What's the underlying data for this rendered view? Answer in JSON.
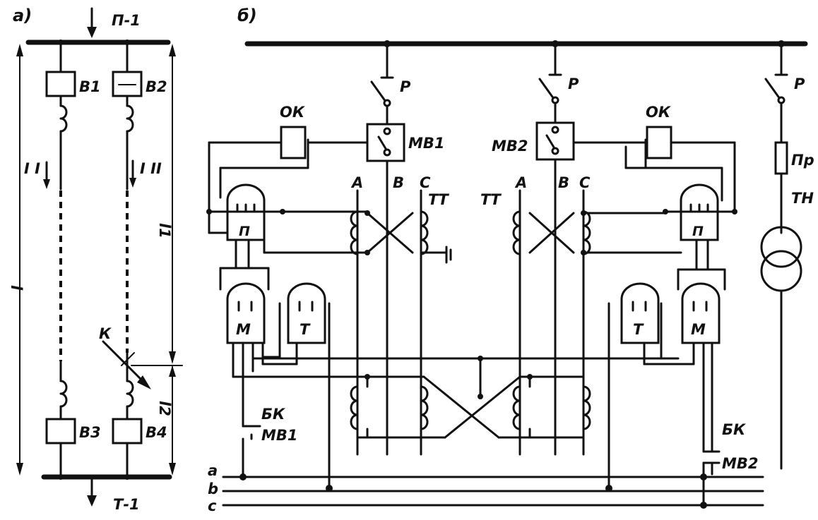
{
  "panel_a": {
    "tag": "а)",
    "top_bus_label": "П-1",
    "bottom_bus_label": "Т-1",
    "breakers": [
      "В1",
      "В2",
      "В3",
      "В4"
    ],
    "currents": [
      "I I",
      "I II"
    ],
    "fault_label": "К",
    "lengths": [
      "l",
      "l1",
      "l2"
    ]
  },
  "panel_b": {
    "tag": "б)",
    "disconnector_label": "Р",
    "breaker_left": "МВ1",
    "breaker_right": "МВ2",
    "trip_coil_label": "ОК",
    "phases": [
      "A",
      "B",
      "C"
    ],
    "ct_label": "ТТ",
    "relay_p": "П",
    "relay_m": "М",
    "relay_t": "Т",
    "fuse_label": "Пр",
    "vt_label": "ТН",
    "aux_contact_left": [
      "БК",
      "МВ1"
    ],
    "aux_contact_right": [
      "БК",
      "МВ2"
    ],
    "dc_bus": [
      "a",
      "b",
      "c"
    ]
  }
}
